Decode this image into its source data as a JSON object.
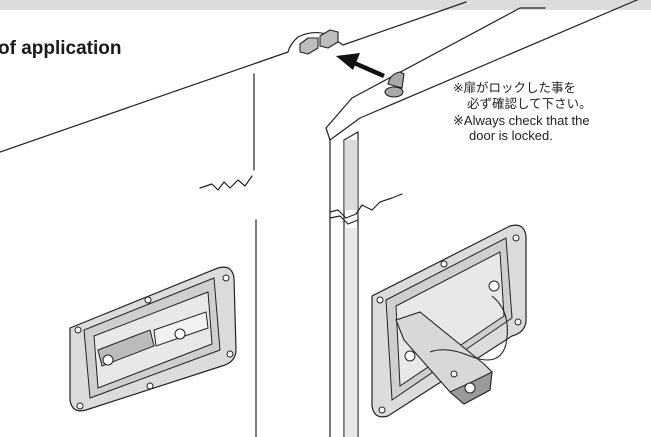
{
  "heading": "of application",
  "notes": {
    "jp_line1": "※扉がロックした事を",
    "jp_line2": "必ず確認して下さい。",
    "en_line1": "※Always check that the",
    "en_line2": "door is locked."
  },
  "colors": {
    "line": "#222222",
    "top_band": "#d9d9d9",
    "shade": "#9a9a9a",
    "plate": "#dcdcdc",
    "arrow": "#111111"
  }
}
